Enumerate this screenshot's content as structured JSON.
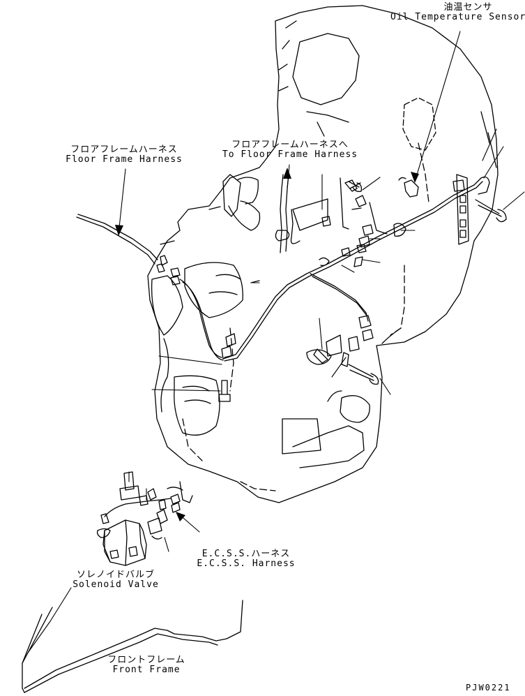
{
  "labels": {
    "oil_temp_sensor": {
      "jp": "油温センサ",
      "en": "Oil Temperature Sensor"
    },
    "floor_frame_harness": {
      "jp": "フロアフレームハーネス",
      "en": "Floor Frame Harness"
    },
    "to_floor_frame_harness": {
      "jp": "フロアフレームハーネスへ",
      "en": "To Floor Frame Harness"
    },
    "ecss_harness": {
      "jp": "E.C.S.S.ハーネス",
      "en": "E.C.S.S. Harness"
    },
    "solenoid_valve": {
      "jp": "ソレノイドバルブ",
      "en": "Solenoid Valve"
    },
    "front_frame": {
      "jp": "フロントフレーム",
      "en": "Front Frame"
    }
  },
  "drawing_ref": "PJW0221"
}
